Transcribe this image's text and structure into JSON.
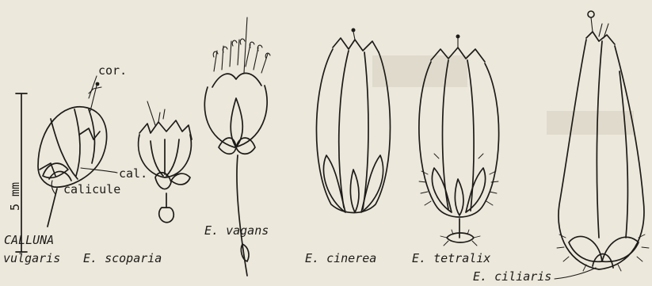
{
  "scale_label": "5 mm",
  "parts": {
    "corolla": "cor.",
    "calyx": "cal.",
    "calicule": "calicule"
  },
  "species": {
    "calluna_genus": "CALLUNA",
    "calluna_species": "vulgaris",
    "scoparia": "E. scoparia",
    "vagans": "E. vagans",
    "cinerea": "E. cinerea",
    "tetralix": "E. tetralix",
    "ciliaris": "E. ciliaris"
  },
  "colors": {
    "paper": "#ece8dc",
    "ink": "#1d1b18"
  }
}
